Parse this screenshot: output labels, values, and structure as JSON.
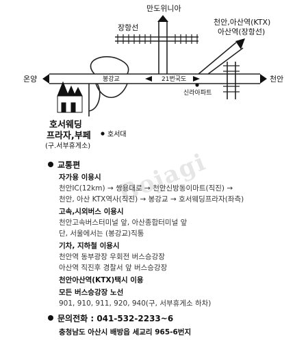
{
  "map": {
    "labels": {
      "mandowinia": "만도위니아",
      "janghangseon": "장항선",
      "cheonan_asan_ktx": "천안,아산역(KTX)",
      "asan_station": "아산역(장항선)",
      "onyang": "온양",
      "cheonan": "천안",
      "bonggang_bridge": "봉강교",
      "route21": "21번국도",
      "silla_apt": "신라아파트",
      "hoseo_univ": "호서대",
      "venue_line1": "호서웨딩",
      "venue_line2": "프라자,부페",
      "venue_line3": "(구.서부휴게소)"
    },
    "watermark": "Bojagi"
  },
  "transport": {
    "section_title": "교통편",
    "car": {
      "heading": "자가용 이용시",
      "line1": "천안IC(12km) → 쌍용대로 → 천안신방동이마트(직진) →",
      "line2": "천안, 아산 KTX역사(직진) → 봉강교 → 호서웨딩프라자(좌측)"
    },
    "bus": {
      "heading": "고속,시외버스 이용시",
      "line1": "천안고속버스터미널 앞, 아산종합터미널 앞",
      "line2": "단, 서울에서는 (봉강교)직통"
    },
    "train": {
      "heading": "기차, 지하철 이용시",
      "line1": "천안역 동부광장 우회전 버스승강장",
      "line2": "아산역 직진후 경찰서 앞 버스승강장",
      "taxi": "천안아산역(KTX)택시 이용"
    },
    "bus_routes": {
      "heading": "모든 버스승강장 노선",
      "line1": "901, 910, 911, 920, 940(구, 서부휴게소 하차)"
    }
  },
  "contact": {
    "phone_label": "문의전화 : 041-532-2233~6",
    "address": "충청남도 아산시 배방읍 세교리 965-6번지"
  }
}
